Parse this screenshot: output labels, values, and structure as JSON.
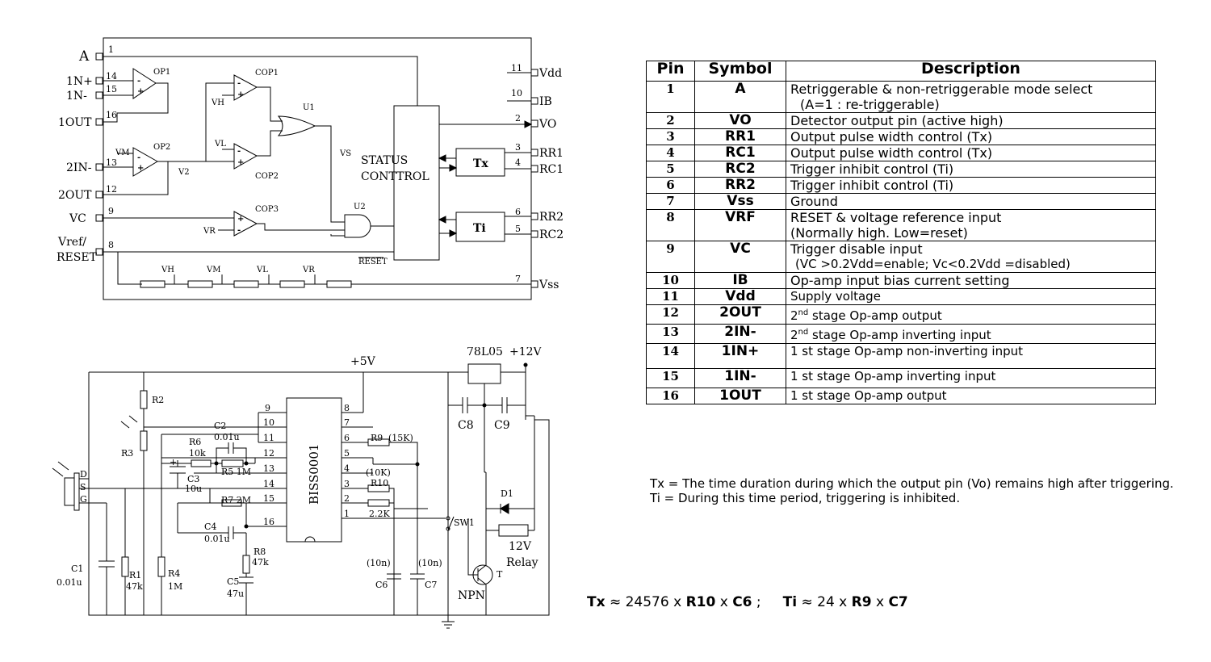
{
  "block_diagram": {
    "left_pins": [
      {
        "label": "A",
        "num": "1"
      },
      {
        "label": "1N+",
        "num": "14"
      },
      {
        "label": "1N-",
        "num": "15"
      },
      {
        "label": "1OUT",
        "num": "16"
      },
      {
        "label": "2IN-",
        "num": "13"
      },
      {
        "label": "2OUT",
        "num": "12"
      },
      {
        "label": "VC",
        "num": "9"
      },
      {
        "label": "Vref/",
        "num": "8"
      },
      {
        "label": "RESET",
        "num": ""
      }
    ],
    "right_pins": [
      {
        "label": "Vdd",
        "num": "11"
      },
      {
        "label": "IB",
        "num": "10"
      },
      {
        "label": "VO",
        "num": "2"
      },
      {
        "label": "RR1",
        "num": "3"
      },
      {
        "label": "RC1",
        "num": "4"
      },
      {
        "label": "RR2",
        "num": "6"
      },
      {
        "label": "RC2",
        "num": "5"
      },
      {
        "label": "Vss",
        "num": "7"
      }
    ],
    "opamps": [
      "OP1",
      "OP2",
      "COP1",
      "COP2",
      "COP3"
    ],
    "gates": [
      "U1",
      "U2"
    ],
    "signals": [
      "VM",
      "VH",
      "VL",
      "V2",
      "VS",
      "VR"
    ],
    "status_label_1": "STATUS",
    "status_label_2": "CONTTROL",
    "tx_label": "Tx",
    "ti_label": "Ti",
    "reset_label": "RESET",
    "divider_labels": [
      "VH",
      "VM",
      "VL",
      "VR"
    ]
  },
  "application_circuit": {
    "supply_5v": "+5V",
    "supply_12v": "+12V",
    "regulator": "78L05",
    "ic_label": "BISS0001",
    "ic_left_pins": [
      "9",
      "10",
      "11",
      "12",
      "13",
      "14",
      "15",
      "16"
    ],
    "ic_right_pins": [
      "8",
      "7",
      "6",
      "5",
      "4",
      "3",
      "2",
      "1"
    ],
    "components": {
      "r2": "R2",
      "r3": "R3",
      "c2": "C2",
      "c2_val": "0.01u",
      "r6": "R6",
      "r6_val": "10k",
      "r5": "R5 1M",
      "c3": "C3",
      "c3_val": "10u",
      "plus": "+",
      "r7": "R7 2M",
      "c4": "C4",
      "c4_val": "0.01u",
      "r8": "R8",
      "r8_val": "47k",
      "c5": "C5",
      "c5_val": "47u",
      "r9": "R9",
      "r9_val": "(15K)",
      "r10": "R10",
      "r10_val": "(10K)",
      "r_22k": "2.2K",
      "c6": "C6",
      "c6_val": "(10n)",
      "c7": "C7",
      "c7_val": "(10n)",
      "c8": "C8",
      "c9": "C9",
      "sw1": "SW1",
      "d1": "D1",
      "relay_v": "12V",
      "relay": "Relay",
      "npn": "NPN",
      "t": "T",
      "c1": "C1",
      "c1_val": "0.01u",
      "r1": "R1",
      "r1_val": "47k",
      "r4": "R4",
      "r4_val": "1M",
      "pir_d": "D",
      "pir_s": "S",
      "pir_g": "G"
    }
  },
  "pin_table": {
    "headers": {
      "pin": "Pin",
      "symbol": "Symbol",
      "description": "Description"
    },
    "rows": [
      {
        "pin": "1",
        "symbol": "A",
        "desc": "Retriggerable & non-retriggerable  mode select",
        "desc2": "(A=1 : re-triggerable)"
      },
      {
        "pin": "2",
        "symbol": "VO",
        "desc": "Detector output pin  (active high)",
        "desc2": ""
      },
      {
        "pin": "3",
        "symbol": "RR1",
        "desc": "Output pulse width control  (Tx)",
        "desc2": ""
      },
      {
        "pin": "4",
        "symbol": "RC1",
        "desc": "Output pulse width control  (Tx)",
        "desc2": ""
      },
      {
        "pin": "5",
        "symbol": "RC2",
        "desc": "Trigger inhibit  control  (Ti)",
        "desc2": ""
      },
      {
        "pin": "6",
        "symbol": "RR2",
        "desc": "Trigger inhibit  control  (Ti)",
        "desc2": ""
      },
      {
        "pin": "7",
        "symbol": "Vss",
        "desc": "Ground",
        "desc2": ""
      },
      {
        "pin": "8",
        "symbol": "VRF",
        "desc": "RESET & voltage reference input",
        "desc2": "(Normally high.  Low=reset)"
      },
      {
        "pin": "9",
        "symbol": "VC",
        "desc": "Trigger disable input",
        "desc2": "(VC >0.2Vdd=enable;    Vc<0.2Vdd =disabled)"
      },
      {
        "pin": "10",
        "symbol": "IB",
        "desc": "Op-amp input bias current setting",
        "desc2": ""
      },
      {
        "pin": "11",
        "symbol": "Vdd",
        "desc": "Supply voltage",
        "desc2": ""
      },
      {
        "pin": "12",
        "symbol": "2OUT",
        "desc_pre": "2",
        "desc_sup": "nd",
        "desc": " stage Op-amp output",
        "desc2": ""
      },
      {
        "pin": "13",
        "symbol": "2IN-",
        "desc_pre": "2",
        "desc_sup": "nd",
        "desc": " stage Op-amp inverting input",
        "desc2": ""
      },
      {
        "pin": "14",
        "symbol": "1IN+",
        "desc": "1 st stage Op-amp non-inverting input",
        "desc2": ""
      },
      {
        "pin": "15",
        "symbol": "1IN-",
        "desc": "1 st stage Op-amp inverting input",
        "desc2": ""
      },
      {
        "pin": "16",
        "symbol": "1OUT",
        "desc": "1 st stage Op-amp output",
        "desc2": ""
      }
    ]
  },
  "notes": {
    "tx": "Tx  = The time duration during which the output pin (Vo) remains high after triggering.",
    "ti": "Ti  =  During this time period, triggering is inhibited."
  },
  "formula": {
    "tx_sym": "Tx",
    "tx_eq": " ≈ 24576 x ",
    "tx_r": "R10",
    "tx_x": " x ",
    "tx_c": "C6",
    "sep": " ;     ",
    "ti_sym": "Ti",
    "ti_eq": " ≈ 24 x ",
    "ti_r": "R9",
    "ti_x": " x ",
    "ti_c": "C7"
  }
}
